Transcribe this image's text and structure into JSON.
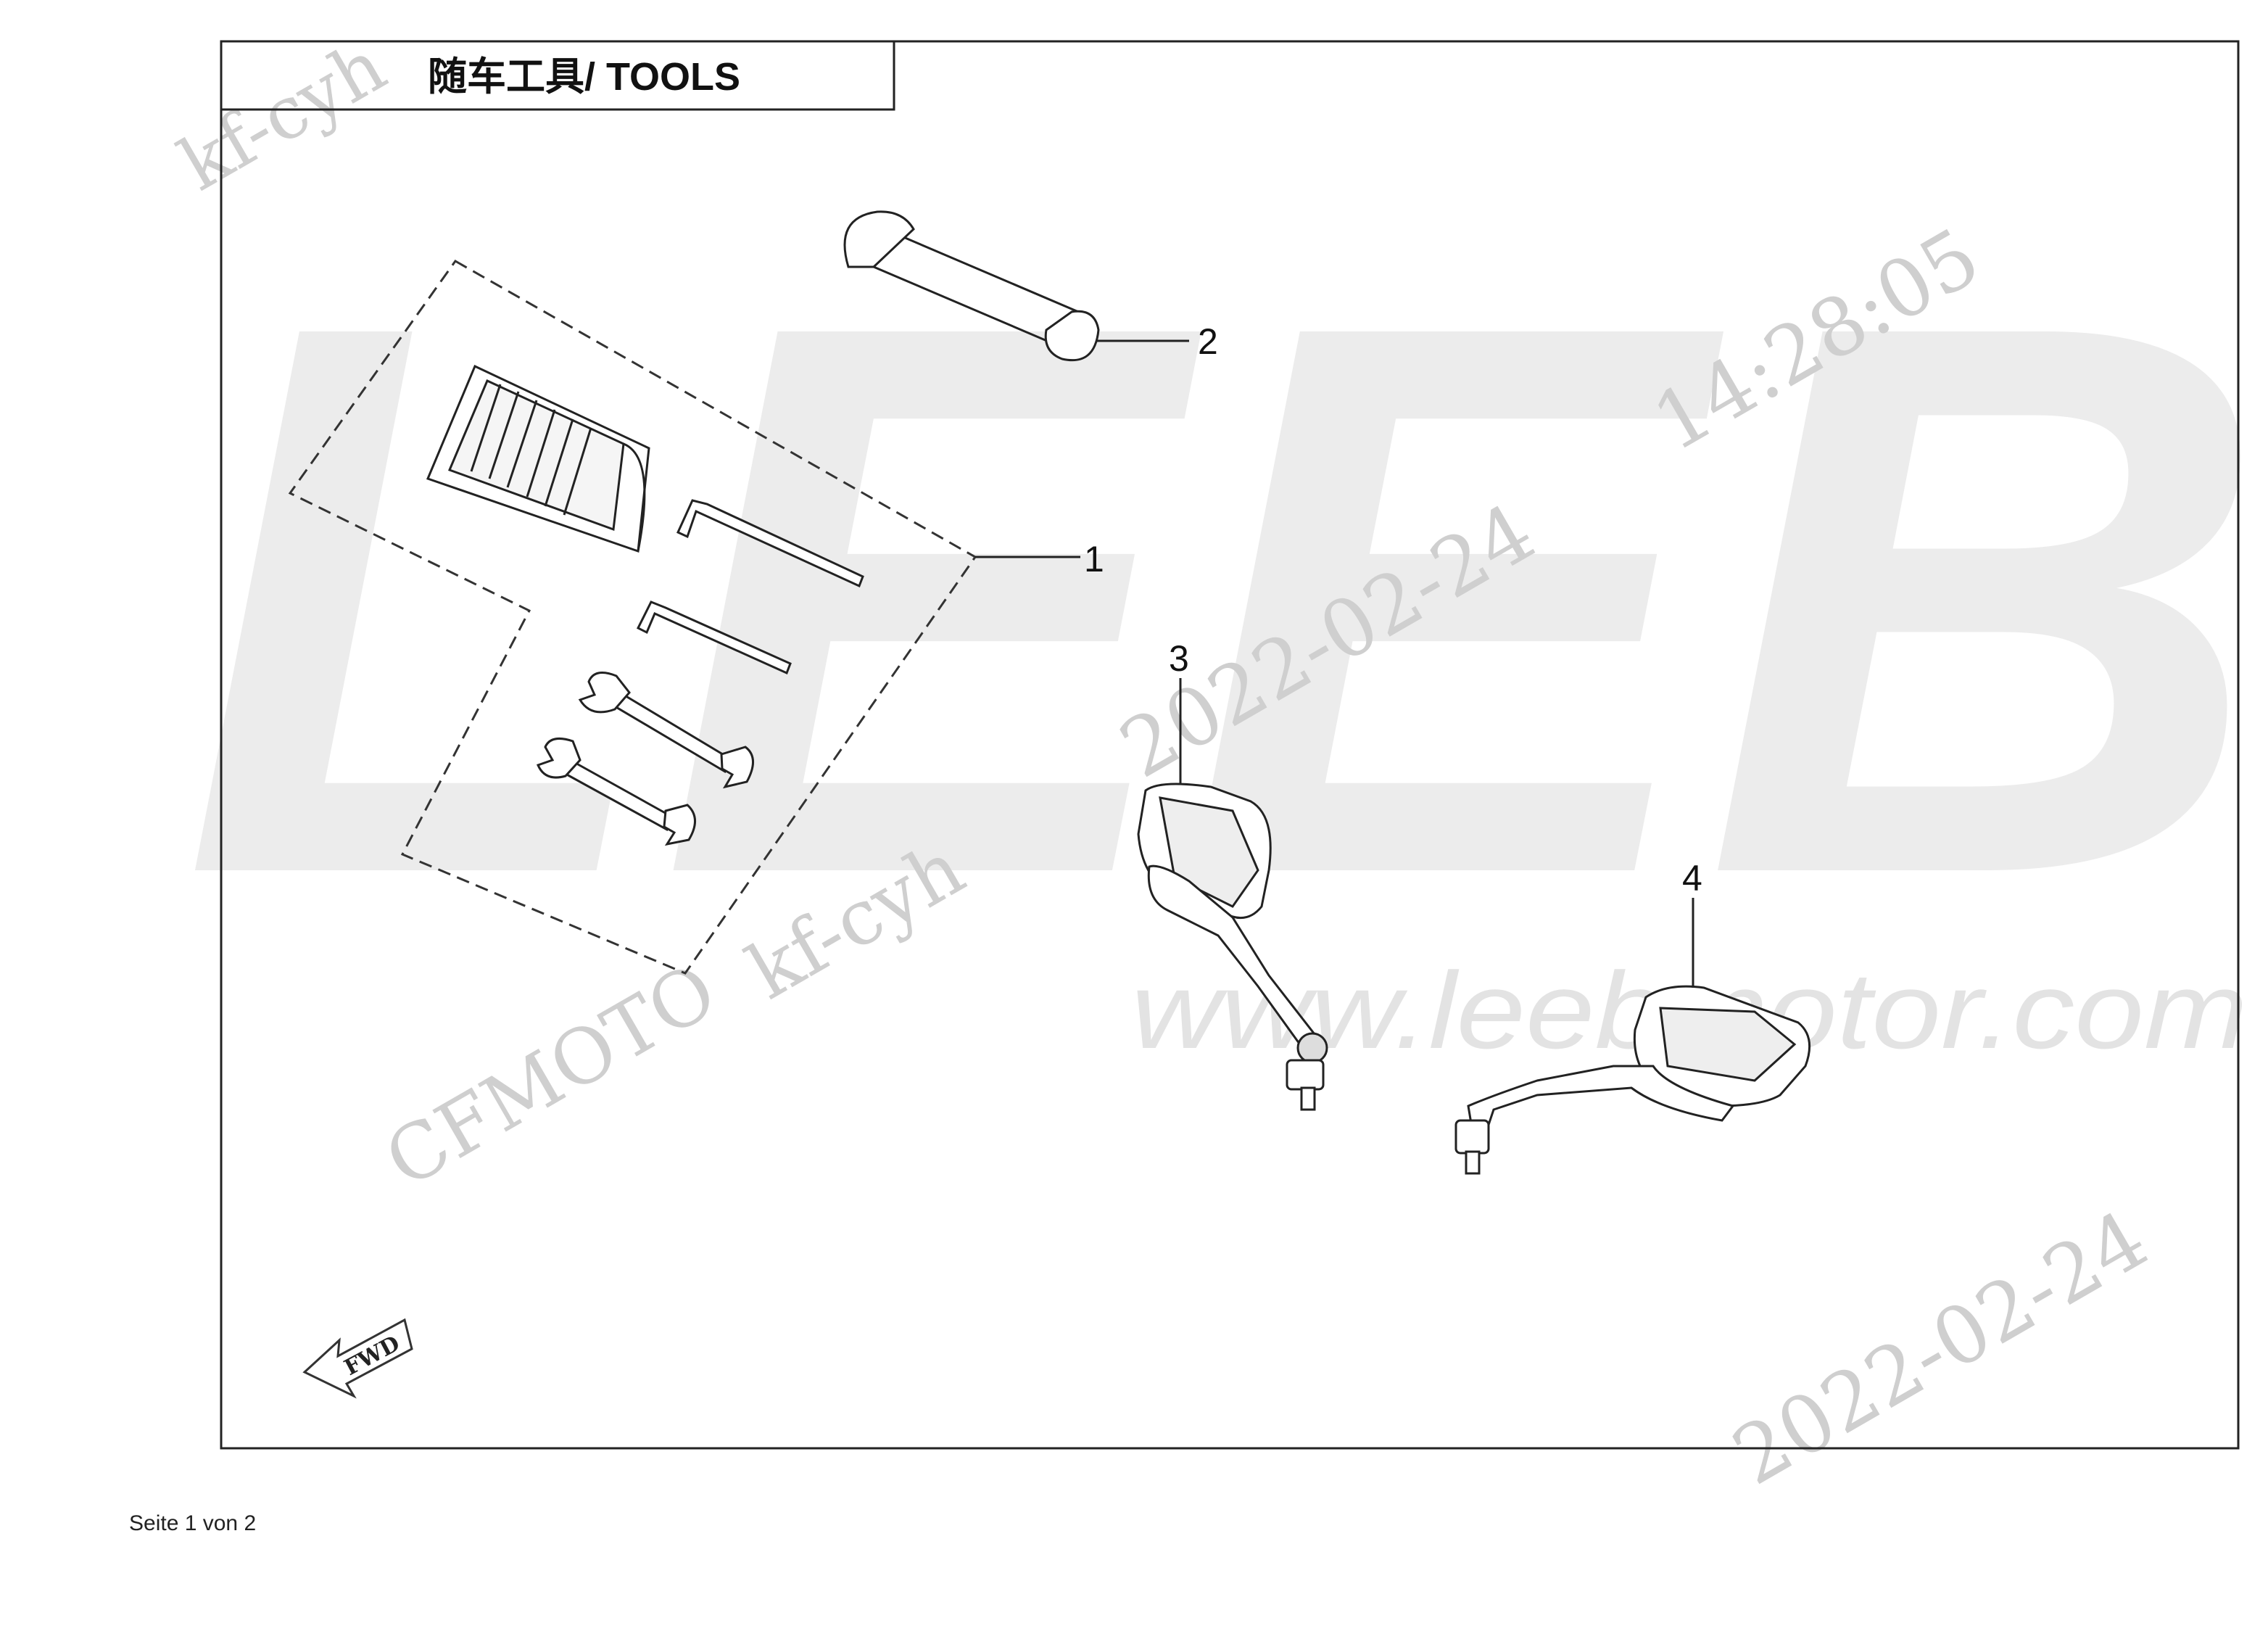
{
  "diagram": {
    "title": "随车工具/ TOOLS",
    "callouts": [
      "1",
      "2",
      "3",
      "4"
    ]
  },
  "watermarks": {
    "brand_big": "LEEB",
    "url": "www.leebmotor.com",
    "user_1": "kf-cyh",
    "user_2": "kf-cyh",
    "maker": "CFMOTO",
    "date_1": "2022-02-24",
    "time_1": "14:28:05",
    "date_2": "2022-02-24"
  },
  "footer": {
    "page_text": "Seite 1 von 2"
  },
  "fwd_badge": "FWD",
  "colors": {
    "line": "#1a1a1a",
    "watermark": "#e6e6e6",
    "watermark_text": "#cfcfcf"
  }
}
